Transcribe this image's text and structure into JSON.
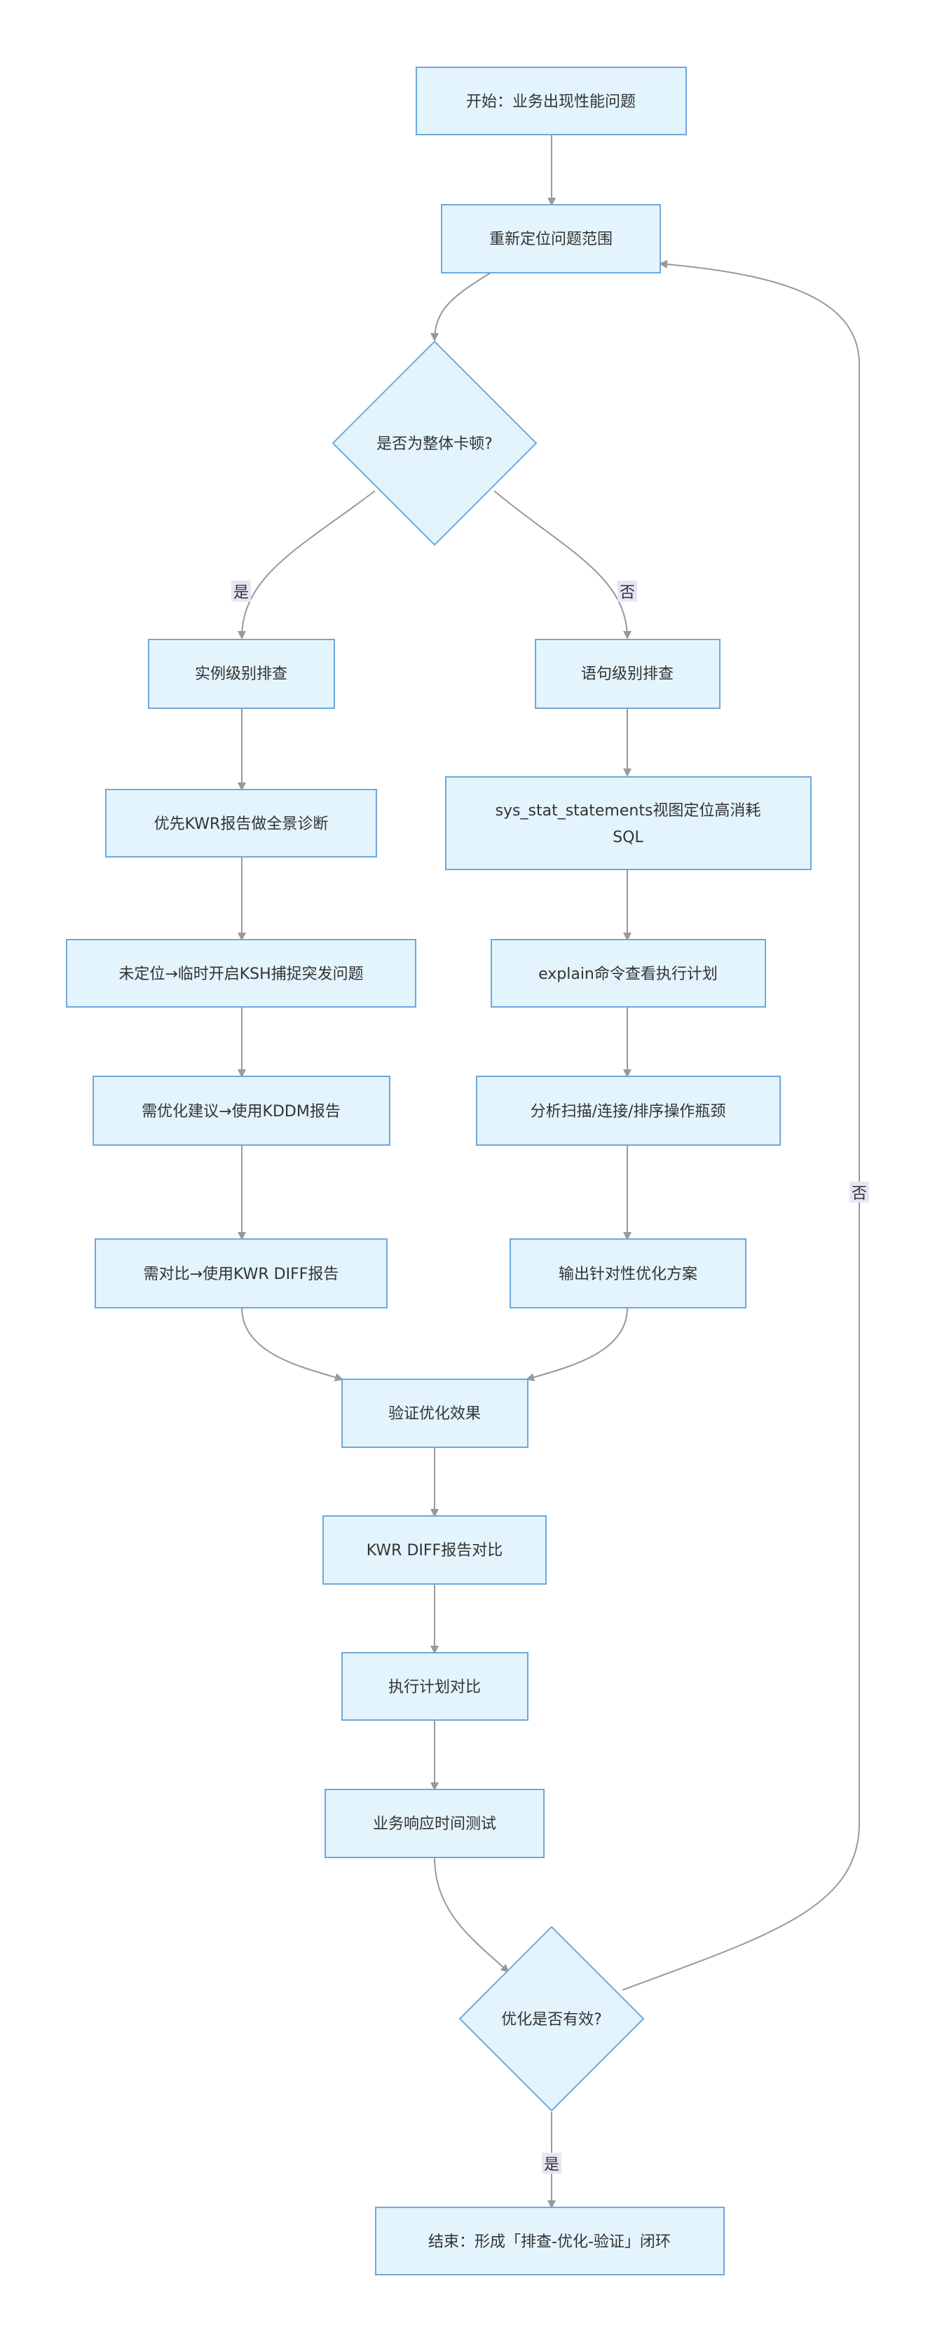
{
  "nodes": {
    "start": "开始：业务出现性能问题",
    "relocate": "重新定位问题范围",
    "is_global": "是否为整体卡顿?",
    "instance_level": "实例级别排查",
    "statement_level": "语句级别排查",
    "kwr_first": "优先KWR报告做全景诊断",
    "sys_stat_line1": "sys_stat_statements视图定位高消耗",
    "sys_stat_line2": "SQL",
    "ksh": "未定位→临时开启KSH捕捉突发问题",
    "explain": "explain命令查看执行计划",
    "kddm": "需优化建议→使用KDDM报告",
    "analyze": "分析扫描/连接/排序操作瓶颈",
    "kwr_diff_compare": "需对比→使用KWR DIFF报告",
    "output_plan": "输出针对性优化方案",
    "verify": "验证优化效果",
    "kwr_diff": "KWR DIFF报告对比",
    "plan_compare": "执行计划对比",
    "response_test": "业务响应时间测试",
    "is_effective": "优化是否有效?",
    "end": "结束：形成「排查-优化-验证」闭环"
  },
  "edge_labels": {
    "global_yes": "是",
    "global_no": "否",
    "effective_yes": "是",
    "effective_no": "否"
  }
}
